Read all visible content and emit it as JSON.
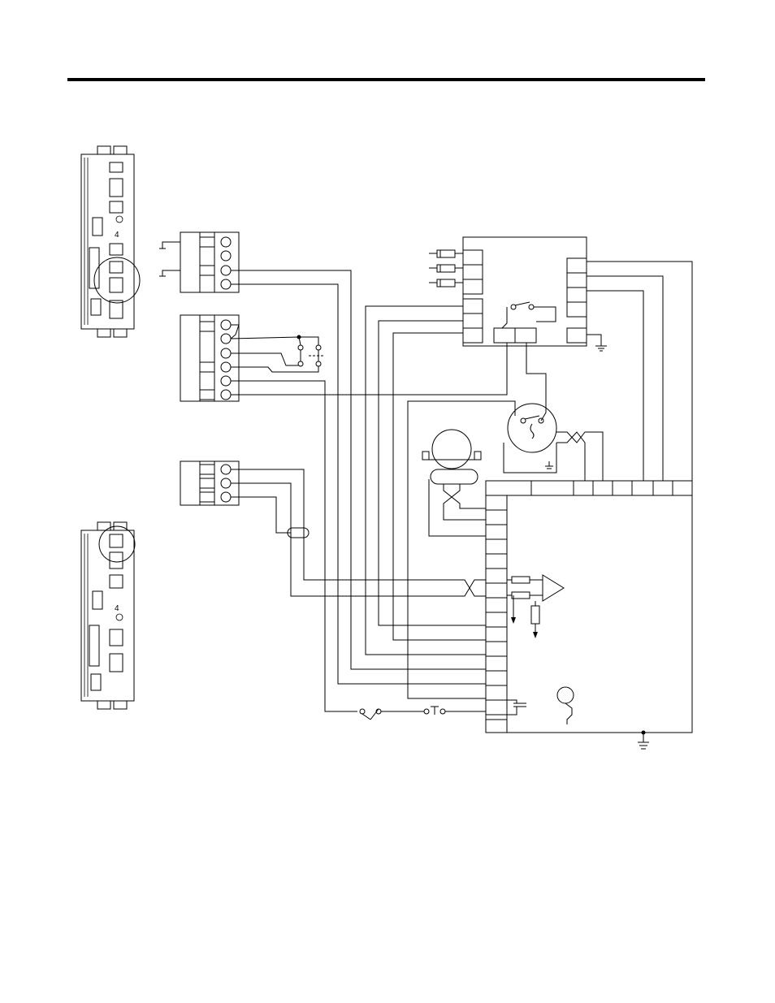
{
  "colors": {
    "ink": "#000000",
    "paper": "#ffffff"
  },
  "rule": {
    "visible": true
  },
  "drives": [
    {
      "name": "drive-top",
      "highlight": "middle-connectors"
    },
    {
      "name": "drive-bottom",
      "highlight": "top-connector"
    }
  ],
  "connectors": {
    "upper_left": {
      "pins": 4
    },
    "middle_left": {
      "pins": 6
    },
    "lower_left": {
      "pins": 3
    }
  },
  "control_module": {
    "left_terminals": 8,
    "right_terminals": 6,
    "bottom_terminals": 2
  },
  "terminal_block": {
    "left_terminals": 16,
    "top_terminals": 6
  },
  "symbols": [
    "resistor-icon",
    "switch-icon",
    "motor-icon",
    "thermostat-icon",
    "ground-icon",
    "amplifier-icon",
    "fuse-icon",
    "relay-contact-icon",
    "pressure-switch-icon",
    "capacitor-icon",
    "lamp-icon"
  ]
}
